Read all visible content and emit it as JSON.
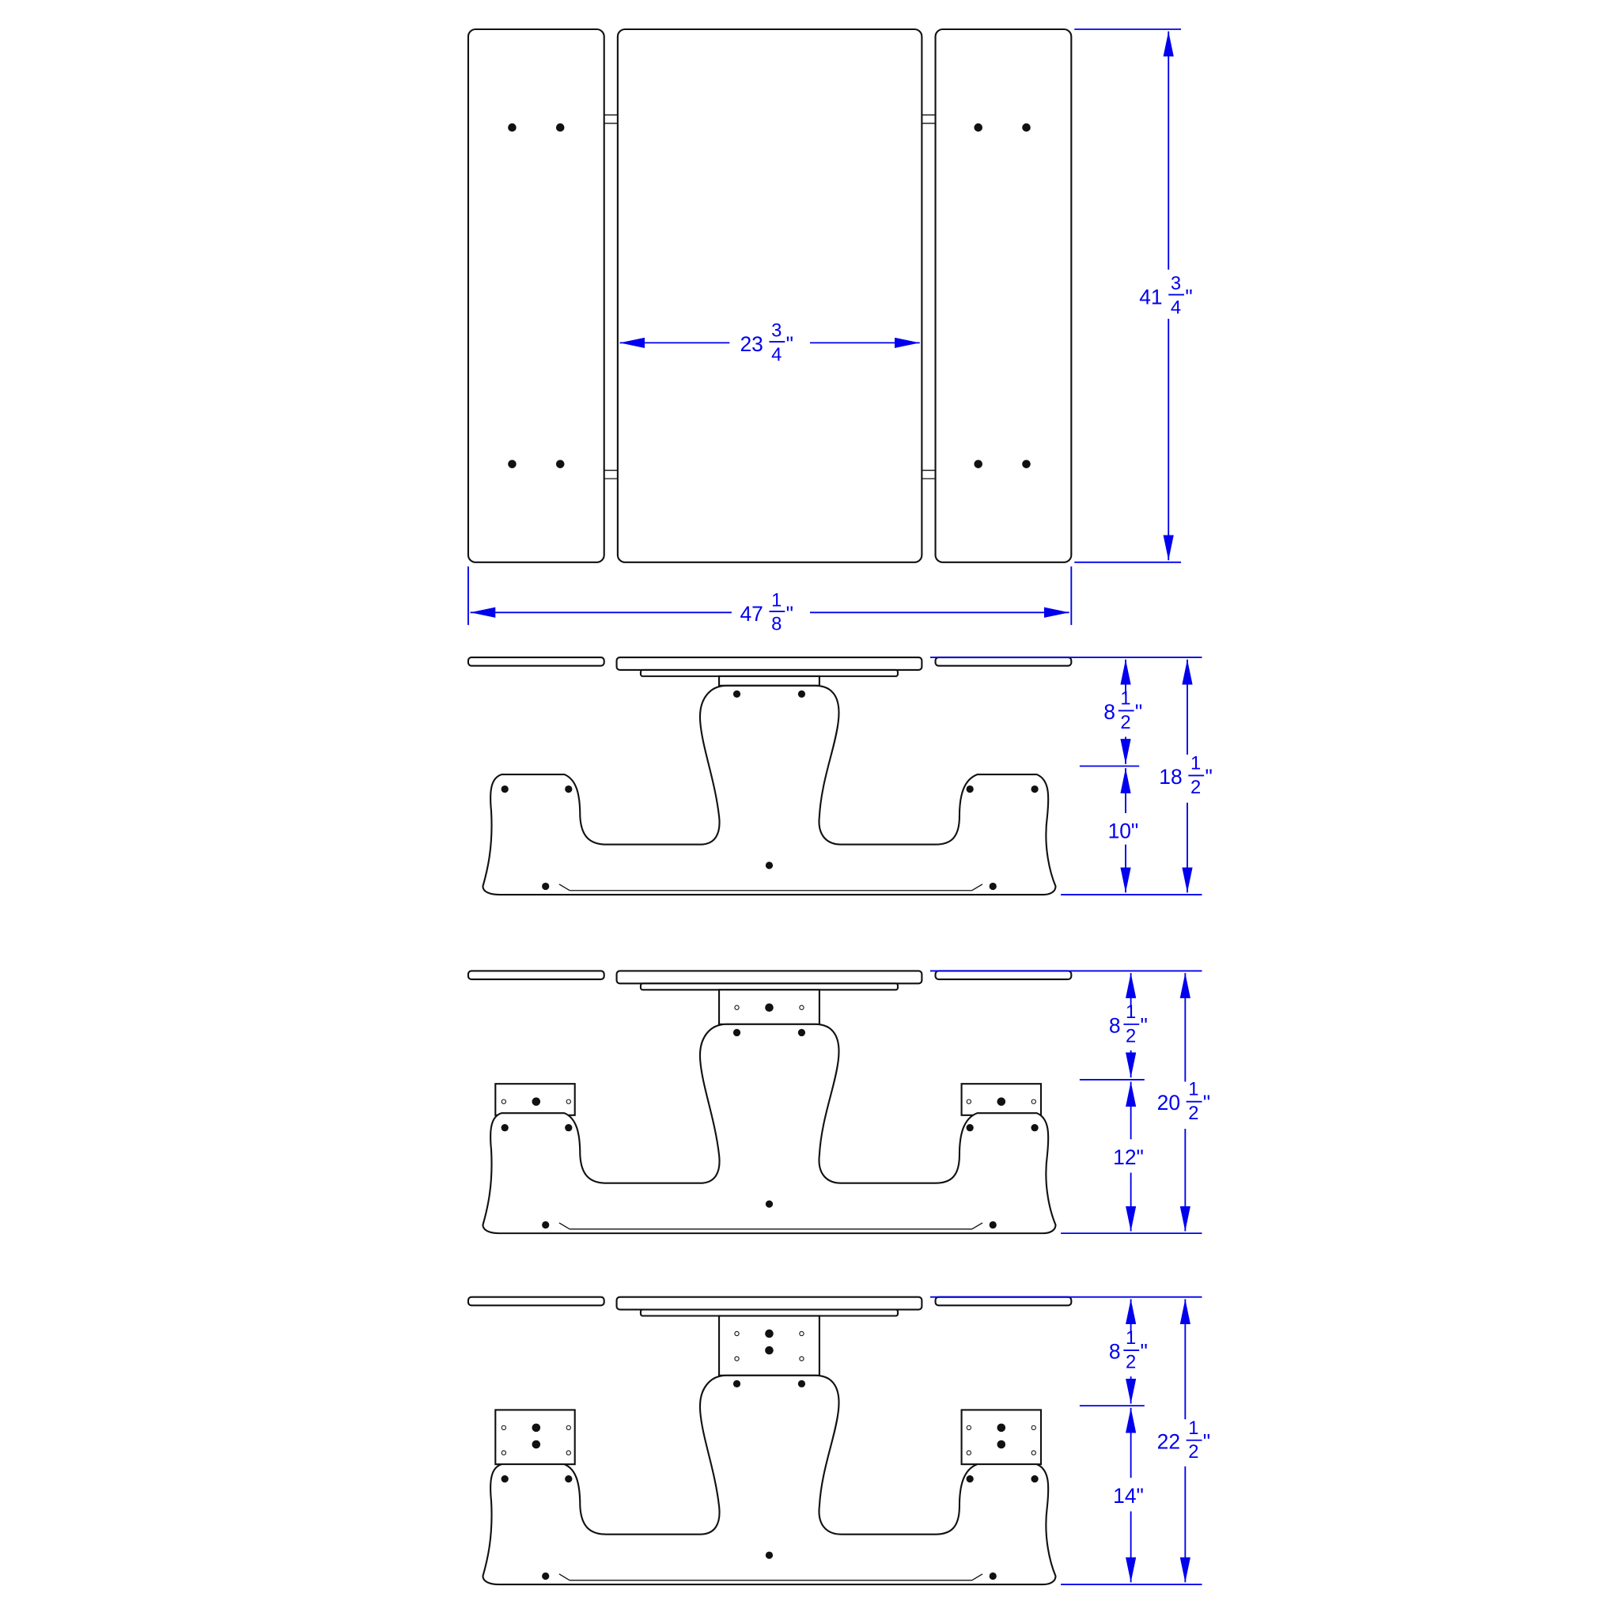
{
  "colors": {
    "dimension": "#0000ee",
    "outline": "#111111"
  },
  "plan_view": {
    "width_table": {
      "whole": "23",
      "num": "3",
      "den": "4",
      "unit": "\""
    },
    "length": {
      "whole": "41",
      "num": "3",
      "den": "4",
      "unit": "\""
    },
    "overall_width": {
      "whole": "47",
      "num": "1",
      "den": "8",
      "unit": "\""
    }
  },
  "elevations": [
    {
      "top_to_seat": {
        "whole": "8",
        "num": "1",
        "den": "2",
        "unit": "\""
      },
      "seat_height": "10\"",
      "overall": {
        "whole": "18",
        "num": "1",
        "den": "2",
        "unit": "\""
      }
    },
    {
      "top_to_seat": {
        "whole": "8",
        "num": "1",
        "den": "2",
        "unit": "\""
      },
      "seat_height": "12\"",
      "overall": {
        "whole": "20",
        "num": "1",
        "den": "2",
        "unit": "\""
      }
    },
    {
      "top_to_seat": {
        "whole": "8",
        "num": "1",
        "den": "2",
        "unit": "\""
      },
      "seat_height": "14\"",
      "overall": {
        "whole": "22",
        "num": "1",
        "den": "2",
        "unit": "\""
      }
    }
  ]
}
